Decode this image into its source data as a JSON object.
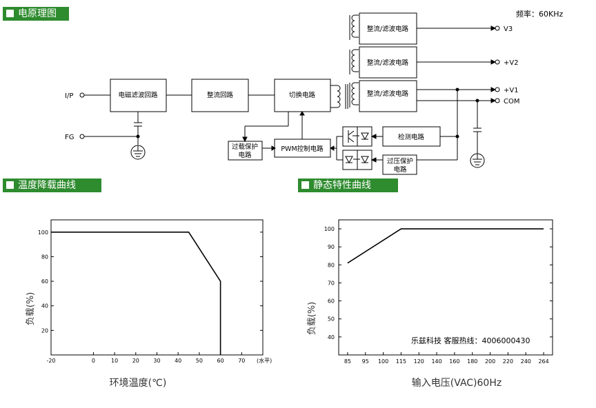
{
  "sections": {
    "schematic": "电原理图",
    "derating": "温度降载曲线",
    "static": "静态特性曲线"
  },
  "frequency": "频率：60KHz",
  "diagram": {
    "blocks": {
      "emi_filter": "电磁滤波回路",
      "rectifier": "整流回路",
      "switch": "切换电路",
      "rect_filter_v3": "整流/滤波电路",
      "rect_filter_v2": "整流/滤波电路",
      "rect_filter_v1": "整流/滤波电路",
      "detect": "检测电路",
      "pwm": "PWM控制电路",
      "overload_1": "过载保护",
      "overload_2": "电路",
      "overvoltage_1": "过压保护",
      "overvoltage_2": "电路"
    },
    "terminals": {
      "ip": "I/P",
      "fg": "FG",
      "v3": "V3",
      "v2": "+V2",
      "v1": "+V1",
      "com": "COM"
    }
  },
  "colors": {
    "header_bg": "#2e8b2e"
  },
  "chart_data": [
    {
      "type": "line",
      "x": [
        -20,
        45,
        60,
        60
      ],
      "y": [
        100,
        100,
        60,
        0
      ],
      "xticks": [
        "-20",
        "0",
        "10",
        "20",
        "30",
        "40",
        "50",
        "60",
        "70"
      ],
      "xtick_values": [
        -20,
        0,
        10,
        20,
        30,
        40,
        50,
        60,
        70
      ],
      "x_unit": "(水平)",
      "yticks": [
        "20",
        "40",
        "60",
        "80",
        "100"
      ],
      "ylabel": "负载(%)",
      "xlabel": "环境温度(℃)",
      "grid": false
    },
    {
      "type": "line",
      "x": [
        "85",
        "115",
        "264"
      ],
      "y": [
        81,
        100,
        100
      ],
      "xticks": [
        "85",
        "95",
        "100",
        "115",
        "120",
        "140",
        "160",
        "180",
        "200",
        "220",
        "240",
        "264"
      ],
      "yticks": [
        "40",
        "50",
        "60",
        "70",
        "80",
        "90",
        "100"
      ],
      "ylabel": "负载(%)",
      "xlabel": "输入电压(VAC)60Hz",
      "annotation": "乐兹科技 客服热线：4006000430",
      "grid": false
    }
  ]
}
